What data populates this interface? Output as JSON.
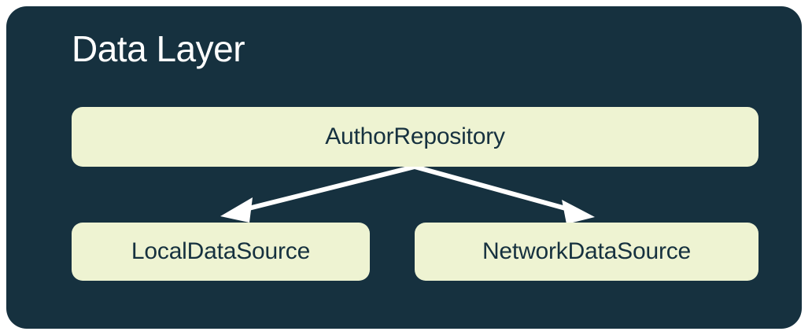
{
  "diagram": {
    "type": "architecture-layer-diagram",
    "title": "Data Layer",
    "page_background": "#ffffff",
    "container_color": "#16313f",
    "node_color": "#eef3d2",
    "node_text_color": "#16313f",
    "title_text_color": "#ffffff",
    "arrow_color": "#ffffff",
    "nodes": [
      {
        "id": "repository",
        "label": "AuthorRepository",
        "role": "repository"
      },
      {
        "id": "local",
        "label": "LocalDataSource",
        "role": "data-source"
      },
      {
        "id": "network",
        "label": "NetworkDataSource",
        "role": "data-source"
      }
    ],
    "edges": [
      {
        "from": "repository",
        "to": "local",
        "style": "solid-arrow"
      },
      {
        "from": "repository",
        "to": "network",
        "style": "solid-arrow"
      }
    ]
  }
}
